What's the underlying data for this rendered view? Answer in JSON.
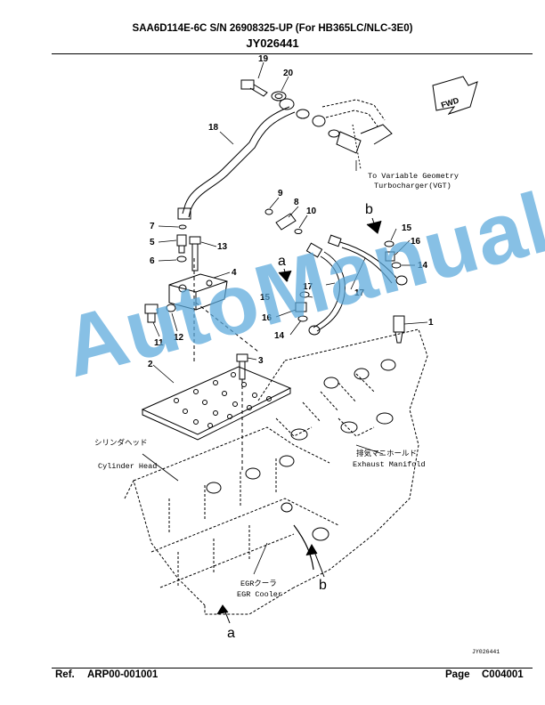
{
  "header": {
    "title": "SAA6D114E-6C S/N 26908325-UP (For HB365LC/NLC-3E0)",
    "doc_id": "JY026441"
  },
  "footer": {
    "ref_label": "Ref.",
    "ref_value": "ARP00-001001",
    "page_label": "Page",
    "page_value": "C004001"
  },
  "watermark": "AutoManual",
  "diagram": {
    "part_numbers": [
      "19",
      "20",
      "18",
      "9",
      "8",
      "10",
      "7",
      "5",
      "13",
      "6",
      "4",
      "15",
      "16",
      "14",
      "17",
      "17",
      "15",
      "16",
      "14",
      "1",
      "11",
      "12",
      "3",
      "2"
    ],
    "letters": [
      "b",
      "a",
      "b",
      "a"
    ],
    "labels": {
      "vgt_line1": "To Variable Geometry",
      "vgt_line2": "Turbocharger(VGT)",
      "cyl_jp": "シリンダヘッド",
      "cyl_en": "Cylinder Head",
      "exh_jp": "排気マニホールド",
      "exh_en": "Exhaust Manifold",
      "egr_jp": "EGRクーラ",
      "egr_en": "EGR Cooler",
      "fwd": "FWD",
      "fig_code": "JY026441"
    }
  }
}
